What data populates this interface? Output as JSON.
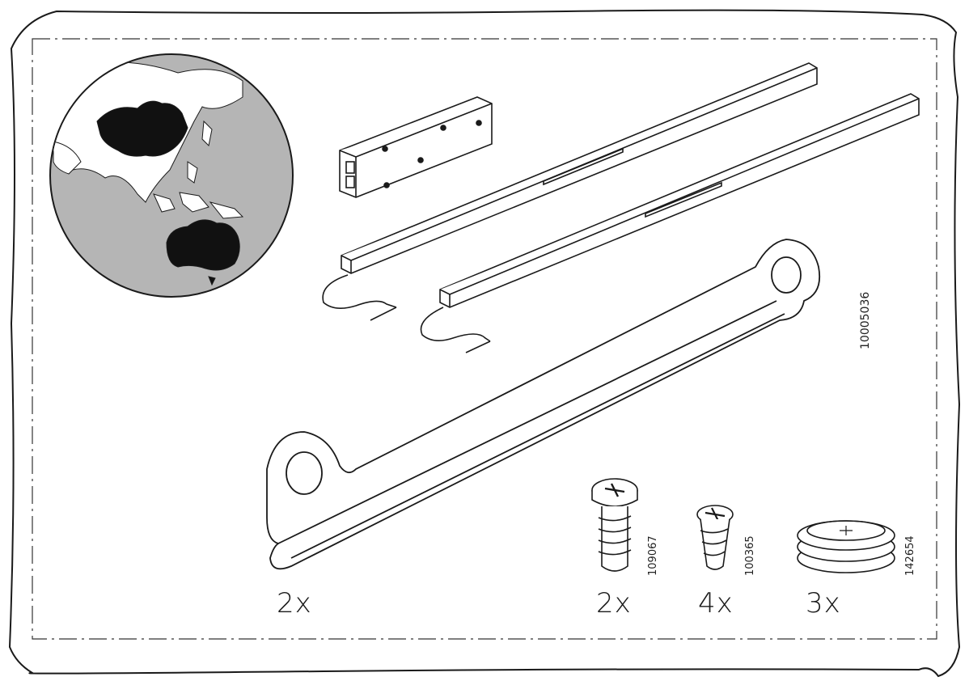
{
  "document": {
    "type": "assembly-parts-overview",
    "parts": [
      {
        "id": "rail",
        "quantity": "2x"
      },
      {
        "id": "screw-large",
        "quantity": "2x",
        "article_number": "109067"
      },
      {
        "id": "screw-small",
        "quantity": "4x",
        "article_number": "100365"
      },
      {
        "id": "grommet",
        "quantity": "3x",
        "article_number": "142654"
      }
    ],
    "main_article_number": "10005036",
    "colors": {
      "line": "#1a1a1a",
      "globe_sea": "#b5b5b5",
      "land_highlight": "#111111",
      "land_other": "#ffffff"
    }
  }
}
